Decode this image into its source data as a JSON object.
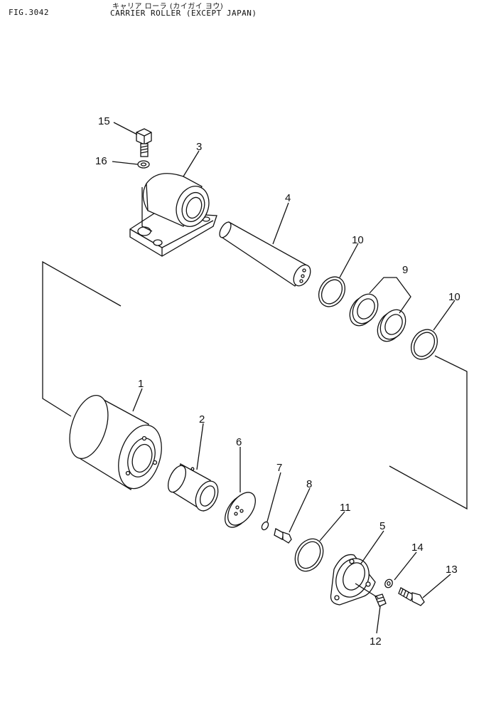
{
  "header": {
    "fig_number": "FIG.3042",
    "japanese_title": "キャリア ローラ (カイガイ ヨウ)",
    "title": "CARRIER ROLLER (EXCEPT JAPAN)"
  },
  "callouts": [
    {
      "id": "c1",
      "label": "1"
    },
    {
      "id": "c2",
      "label": "2"
    },
    {
      "id": "c3",
      "label": "3"
    },
    {
      "id": "c4",
      "label": "4"
    },
    {
      "id": "c5",
      "label": "5"
    },
    {
      "id": "c6",
      "label": "6"
    },
    {
      "id": "c7",
      "label": "7"
    },
    {
      "id": "c8",
      "label": "8"
    },
    {
      "id": "c9",
      "label": "9"
    },
    {
      "id": "c10a",
      "label": "10"
    },
    {
      "id": "c10b",
      "label": "10"
    },
    {
      "id": "c11",
      "label": "11"
    },
    {
      "id": "c12",
      "label": "12"
    },
    {
      "id": "c13",
      "label": "13"
    },
    {
      "id": "c14",
      "label": "14"
    },
    {
      "id": "c15",
      "label": "15"
    },
    {
      "id": "c16",
      "label": "16"
    }
  ]
}
